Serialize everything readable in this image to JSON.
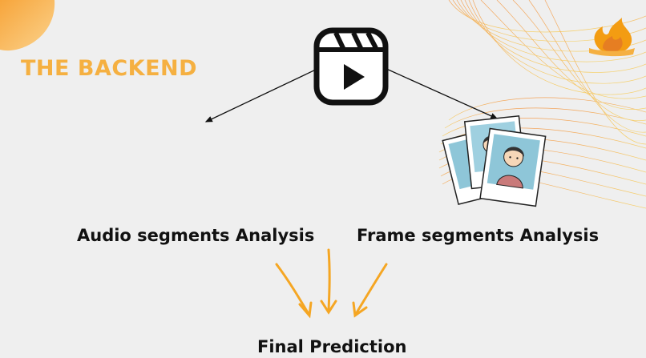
{
  "title": "THE BACKEND",
  "nodes": {
    "video": {
      "icon": "video-reel-icon"
    },
    "audio": {
      "label": "Audio segments Analysis",
      "icon": "audio-waveform-icon"
    },
    "frames": {
      "label": "Frame segments Analysis",
      "icon": "photo-frames-icon"
    },
    "final": {
      "label": "Final Prediction"
    }
  },
  "colors": {
    "title": "#f5b041",
    "accent_orange": "#f39c12",
    "waveform": "#a855f7",
    "background": "#efefef",
    "text": "#111111"
  },
  "decorations": [
    "orange-blob-top-left",
    "orange-wave-lines-right",
    "logo-flame-icon"
  ]
}
